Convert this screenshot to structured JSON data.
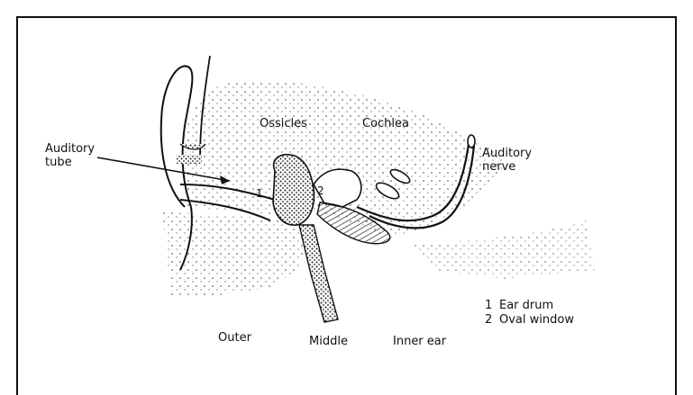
{
  "labels": {
    "auditory_tube_line1": "Auditory",
    "auditory_tube_line2": "tube",
    "ossicles": "Ossicles",
    "cochlea": "Cochlea",
    "auditory_nerve_line1": "Auditory",
    "auditory_nerve_line2": "nerve",
    "outer": "Outer",
    "middle": "Middle",
    "inner_ear": "Inner ear",
    "mark_1": "1",
    "mark_2": "2"
  },
  "legend": [
    {
      "num": "1",
      "label": "Ear drum"
    },
    {
      "num": "2",
      "label": "Oval window"
    }
  ]
}
